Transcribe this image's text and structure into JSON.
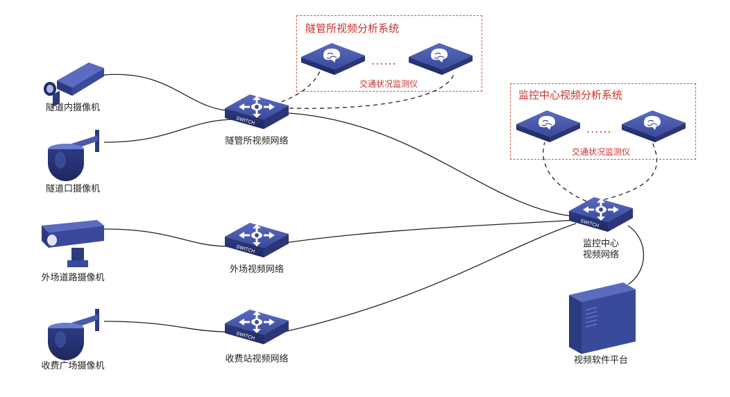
{
  "systems": {
    "tunnel": {
      "title": "隧管所视频分析系统",
      "device_label": "交通状况监测仪",
      "ellipsis": "......"
    },
    "center": {
      "title": "监控中心视频分析系统",
      "device_label": "交通状况监测仪",
      "ellipsis": "......"
    }
  },
  "cameras": {
    "tunnel_inner": "隧道内摄像机",
    "tunnel_entrance": "隧道口摄像机",
    "field_road": "外场道路摄像机",
    "toll_plaza": "收费广场摄像机"
  },
  "networks": {
    "tunnel_office": "隧管所视频网络",
    "field": "外场视频网络",
    "toll_station": "收费站视频网络",
    "center_line1": "监控中心",
    "center_line2": "视频网络"
  },
  "switch_text": "SWITCH",
  "platform": "视频软件平台",
  "colors": {
    "device_blue": "#3d4e9c",
    "device_dark": "#243172",
    "dashed_red": "#d9534f",
    "line": "#222222"
  }
}
